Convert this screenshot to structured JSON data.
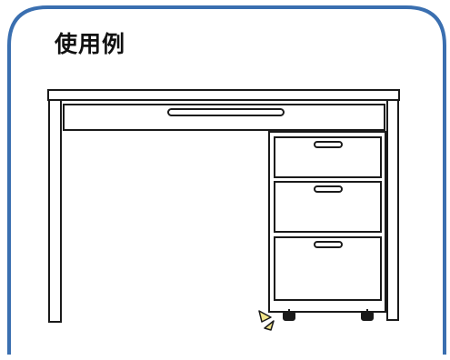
{
  "title": "使用例",
  "colors": {
    "frame_border": "#3a6fb0",
    "line": "#1a1a1a",
    "caster_marker_fill": "#f2e58a"
  },
  "icons": {
    "frame": "rounded-rectangle-frame",
    "desk": "desk-illustration",
    "drawer_cabinet": "three-drawer-pedestal",
    "caster_marker": "arrow-triangle-marker"
  }
}
